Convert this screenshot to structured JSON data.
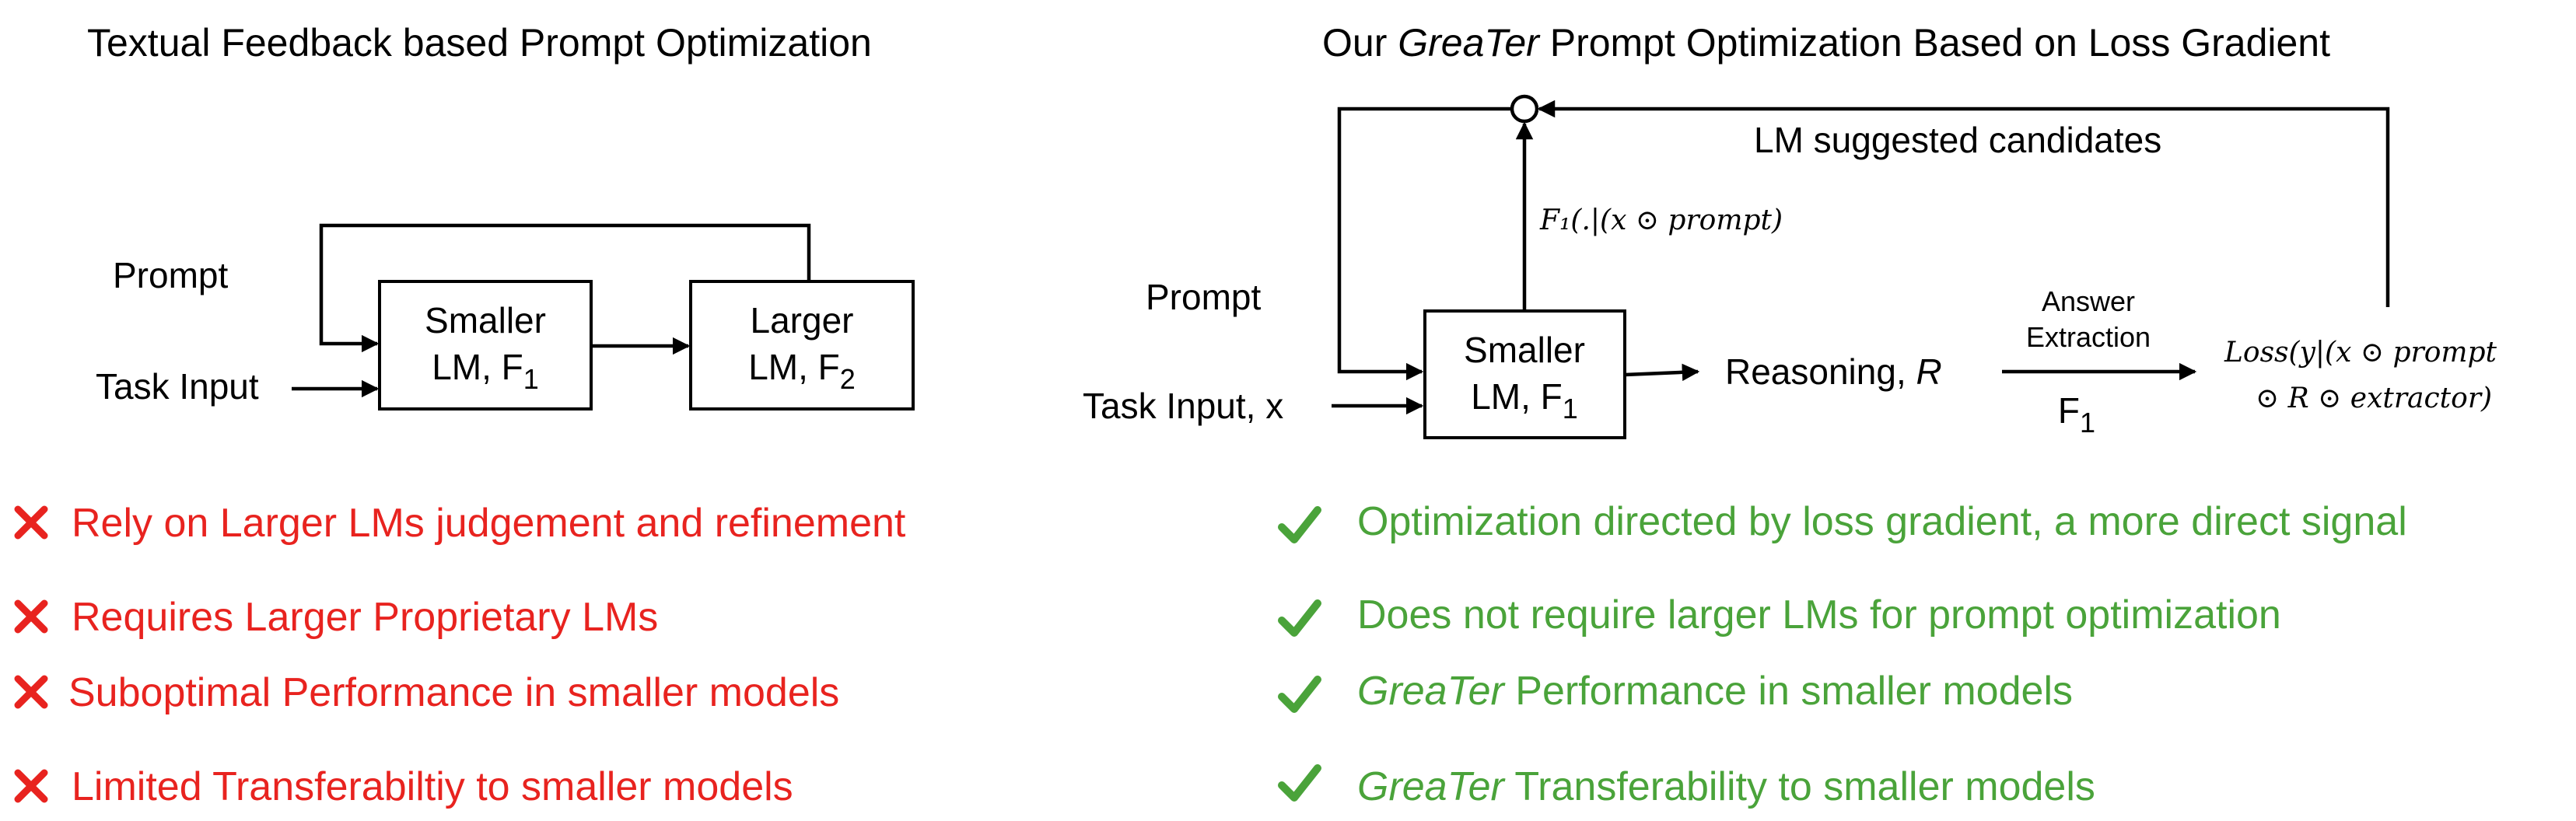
{
  "left": {
    "title": "Textual Feedback based Prompt Optimization",
    "prompt_label": "Prompt",
    "task_label": "Task Input",
    "smaller_box": {
      "line1": "Smaller",
      "line2_main": "LM, F",
      "line2_sub": "1"
    },
    "larger_box": {
      "line1": "Larger",
      "line2_main": "LM, F",
      "line2_sub": "2"
    },
    "points": [
      "Rely on Larger LMs judgement and refinement",
      "Requires Larger Proprietary LMs",
      "Suboptimal Performance in smaller models",
      "Limited Transferabiltiy to smaller models"
    ]
  },
  "right": {
    "title_pre": "Our ",
    "title_name": "GreaTer",
    "title_post": " Prompt Optimization Based on Loss Gradient",
    "candidates_label": "LM suggested candidates",
    "f1_expr": "F₁(.|(x ⊙ prompt)",
    "prompt_label": "Prompt",
    "task_label": "Task Input, x",
    "smaller_box": {
      "line1": "Smaller",
      "line2_main": "LM, F",
      "line2_sub": "1"
    },
    "reasoning_pre": "Reasoning, ",
    "reasoning_var": "R",
    "answer_line1": "Answer",
    "answer_line2": "Extraction",
    "answer_f_main": "F",
    "answer_f_sub": "1",
    "loss_line1": "Loss(y|(x ⊙ prompt",
    "loss_line2": "⊙ R ⊙ extractor)",
    "points": [
      {
        "pre": "",
        "em": "",
        "text": "Optimization directed by loss gradient, a more direct signal"
      },
      {
        "pre": "",
        "em": "",
        "text": "Does not require larger LMs for prompt optimization"
      },
      {
        "pre": "",
        "em": "GreaTer",
        "text": " Performance in smaller models"
      },
      {
        "pre": "",
        "em": "GreaTer",
        "text": " Transferability to smaller models"
      }
    ]
  },
  "colors": {
    "negative": "#e8231f",
    "positive": "#4aa33a"
  },
  "icons": {
    "negative": "cross-icon",
    "positive": "check-icon",
    "junction": "junction-node-icon"
  }
}
